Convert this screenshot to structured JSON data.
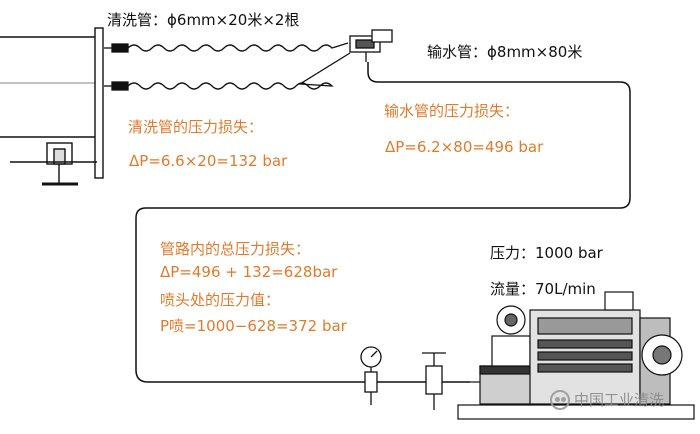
{
  "labels": {
    "cleaning_hose_spec": "清洗管：ϕ6mm×20米×2根",
    "delivery_hose_spec": "输水管：ϕ8mm×80米",
    "delivery_loss_title": "输水管的压力损失：",
    "delivery_loss_formula": "ΔP=6.2×80=496 bar",
    "cleaning_loss_title": "清洗管的压力损失：",
    "cleaning_loss_formula": "ΔP=6.6×20=132 bar",
    "total_loss_title": "管路内的总压力损失：",
    "total_loss_formula": "ΔP=496 + 132=628bar",
    "nozzle_pressure_title": "喷头处的压力值：",
    "nozzle_pressure_formula": "P喷=1000−628=372 bar",
    "pressure": "压力：1000 bar",
    "flow": "流量：70L/min"
  },
  "watermark": "中国工业清洗",
  "colors": {
    "accent": "#e07b2c",
    "line": "#111111",
    "text": "#111111"
  }
}
